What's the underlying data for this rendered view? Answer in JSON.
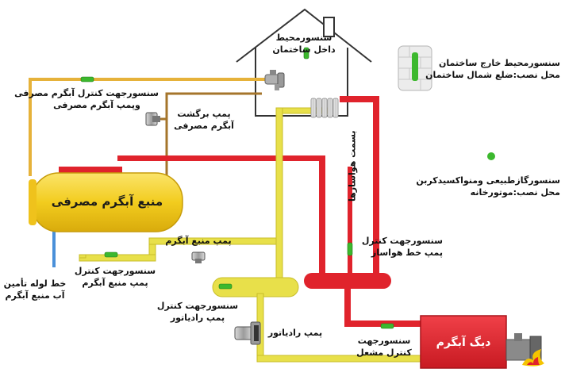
{
  "house": {
    "sensor_line1": "سنسورمحیط",
    "sensor_line2": "داخل ساختمان"
  },
  "outdoor_sensor": {
    "line1": "سنسورمحیط خارج ساختمان",
    "line2": "محل نصب:ضلع شمال ساختمان"
  },
  "gas_sensor": {
    "line1": "سنسورگازطبیعی ومنواکسیدکربن",
    "line2": "محل نصب:موتورخانه"
  },
  "consumption_sensor": {
    "line1": "سنسورجهت کنترل آبگرم مصرفی",
    "line2": "وپمپ آبگرم مصرفی"
  },
  "return_pump": {
    "line1": "پمپ برگشت",
    "line2": "آبگرم مصرفی"
  },
  "tank": {
    "title": "منبع آبگرم مصرفی"
  },
  "supply_pipe": {
    "line1": "خط لوله تأمین",
    "line2": "آب منبع آبگرم"
  },
  "tank_pump": {
    "label": "پمپ منبع آبگرم"
  },
  "tank_pump_sensor": {
    "line1": "سنسورجهت کنترل",
    "line2": "پمپ منبع آبگرم"
  },
  "radiator_sensor": {
    "line1": "سنسورجهت کنترل",
    "line2": "پمپ رادیاتور"
  },
  "radiator_pump": {
    "label": "پمپ رادیاتور"
  },
  "air_handler": {
    "label": "بسمت هواسازها"
  },
  "air_pump_sensor": {
    "line1": "سنسورجهت کنترل",
    "line2": "پمپ خط هواساز"
  },
  "burner_sensor": {
    "line1": "سنسورجهت",
    "line2": "کنترل مشعل"
  },
  "boiler": {
    "title": "دیگ آبگرم"
  },
  "colors": {
    "red_pipe": "#e0232c",
    "yellow_pipe": "#e8e04a",
    "orange_pipe": "#e6b23a",
    "brown_pipe": "#a5752b",
    "blue_pipe": "#4a90d9",
    "sensor_green": "#3cb82e",
    "tank_yellow": "#f2cc1e",
    "boiler_red": "#e0232c"
  }
}
